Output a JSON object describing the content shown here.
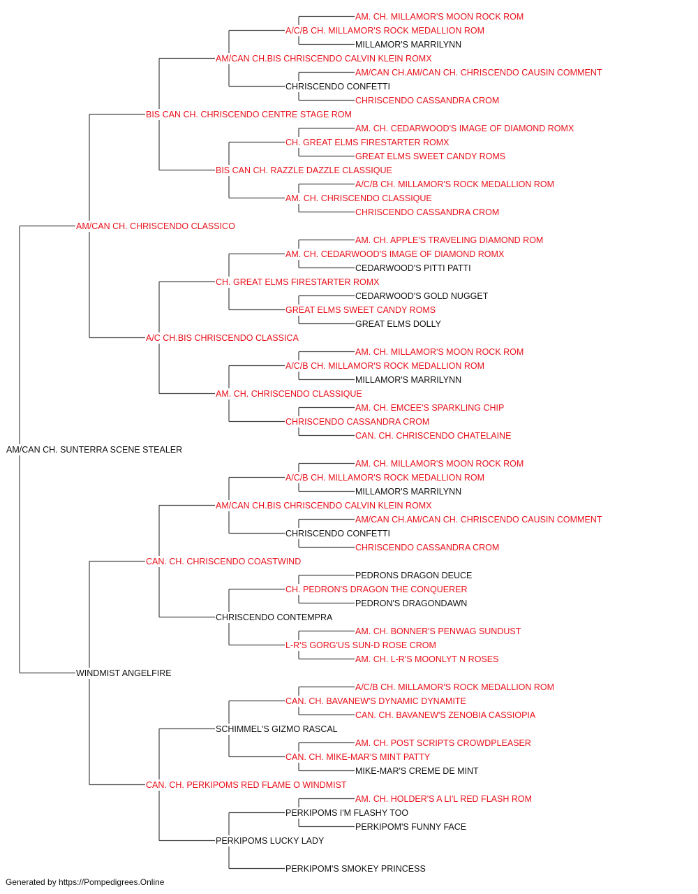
{
  "colors": {
    "champion": "#e8111b",
    "plain": "#111111",
    "line": "#444444"
  },
  "pedigree": {
    "name": "AM/CAN CH. SUNTERRA SCENE STEALER",
    "ch": false,
    "sire": {
      "name": "AM/CAN CH. CHRISCENDO CLASSICO",
      "ch": true,
      "sire": {
        "name": "BIS CAN CH. CHRISCENDO CENTRE STAGE ROM",
        "ch": true,
        "sire": {
          "name": "AM/CAN CH.BIS CHRISCENDO CALVIN KLEIN ROMX",
          "ch": true,
          "sire": {
            "name": "A/C/B CH. MILLAMOR'S ROCK MEDALLION ROM",
            "ch": true,
            "sire": {
              "name": "AM. CH. MILLAMOR'S MOON ROCK ROM",
              "ch": true
            },
            "dam": {
              "name": "MILLAMOR'S MARRILYNN",
              "ch": false
            }
          },
          "dam": {
            "name": "CHRISCENDO CONFETTI",
            "ch": false,
            "sire": {
              "name": "AM/CAN CH.AM/CAN CH. CHRISCENDO CAUSIN COMMENT",
              "ch": true
            },
            "dam": {
              "name": "CHRISCENDO CASSANDRA CROM",
              "ch": true
            }
          }
        },
        "dam": {
          "name": "BIS CAN CH. RAZZLE DAZZLE CLASSIQUE",
          "ch": true,
          "sire": {
            "name": "CH. GREAT ELMS FIRESTARTER ROMX",
            "ch": true,
            "sire": {
              "name": "AM. CH. CEDARWOOD'S IMAGE OF DIAMOND ROMX",
              "ch": true
            },
            "dam": {
              "name": "GREAT ELMS SWEET CANDY ROMS",
              "ch": true
            }
          },
          "dam": {
            "name": "AM. CH. CHRISCENDO CLASSIQUE",
            "ch": true,
            "sire": {
              "name": "A/C/B CH. MILLAMOR'S ROCK MEDALLION ROM",
              "ch": true
            },
            "dam": {
              "name": "CHRISCENDO CASSANDRA CROM",
              "ch": true
            }
          }
        }
      },
      "dam": {
        "name": "A/C CH.BIS CHRISCENDO CLASSICA",
        "ch": true,
        "sire": {
          "name": "CH. GREAT ELMS FIRESTARTER ROMX",
          "ch": true,
          "sire": {
            "name": "AM. CH. CEDARWOOD'S IMAGE OF DIAMOND ROMX",
            "ch": true,
            "sire": {
              "name": "AM. CH. APPLE'S TRAVELING DIAMOND ROM",
              "ch": true
            },
            "dam": {
              "name": "CEDARWOOD'S PITTI PATTI",
              "ch": false
            }
          },
          "dam": {
            "name": "GREAT ELMS SWEET CANDY ROMS",
            "ch": true,
            "sire": {
              "name": "CEDARWOOD'S GOLD NUGGET",
              "ch": false
            },
            "dam": {
              "name": "GREAT ELMS DOLLY",
              "ch": false
            }
          }
        },
        "dam": {
          "name": "AM. CH. CHRISCENDO CLASSIQUE",
          "ch": true,
          "sire": {
            "name": "A/C/B CH. MILLAMOR'S ROCK MEDALLION ROM",
            "ch": true,
            "sire": {
              "name": "AM. CH. MILLAMOR'S MOON ROCK ROM",
              "ch": true
            },
            "dam": {
              "name": "MILLAMOR'S MARRILYNN",
              "ch": false
            }
          },
          "dam": {
            "name": "CHRISCENDO CASSANDRA CROM",
            "ch": true,
            "sire": {
              "name": "AM. CH. EMCEE'S SPARKLING CHIP",
              "ch": true
            },
            "dam": {
              "name": "CAN. CH. CHRISCENDO CHATELAINE",
              "ch": true
            }
          }
        }
      }
    },
    "dam": {
      "name": "WINDMIST ANGELFIRE",
      "ch": false,
      "sire": {
        "name": "CAN. CH. CHRISCENDO COASTWIND",
        "ch": true,
        "sire": {
          "name": "AM/CAN CH.BIS CHRISCENDO CALVIN KLEIN ROMX",
          "ch": true,
          "sire": {
            "name": "A/C/B CH. MILLAMOR'S ROCK MEDALLION ROM",
            "ch": true,
            "sire": {
              "name": "AM. CH. MILLAMOR'S MOON ROCK ROM",
              "ch": true
            },
            "dam": {
              "name": "MILLAMOR'S MARRILYNN",
              "ch": false
            }
          },
          "dam": {
            "name": "CHRISCENDO CONFETTI",
            "ch": false,
            "sire": {
              "name": "AM/CAN CH.AM/CAN CH. CHRISCENDO CAUSIN COMMENT",
              "ch": true
            },
            "dam": {
              "name": "CHRISCENDO CASSANDRA CROM",
              "ch": true
            }
          }
        },
        "dam": {
          "name": "CHRISCENDO CONTEMPRA",
          "ch": false,
          "sire": {
            "name": "CH. PEDRON'S DRAGON THE CONQUERER",
            "ch": true,
            "sire": {
              "name": "PEDRONS DRAGON DEUCE",
              "ch": false
            },
            "dam": {
              "name": "PEDRON'S DRAGONDAWN",
              "ch": false
            }
          },
          "dam": {
            "name": "L-R'S GORG'US SUN-D ROSE CROM",
            "ch": true,
            "sire": {
              "name": "AM. CH. BONNER'S PENWAG SUNDUST",
              "ch": true
            },
            "dam": {
              "name": "AM. CH. L-R'S MOONLYT N ROSES",
              "ch": true
            }
          }
        }
      },
      "dam": {
        "name": "CAN. CH. PERKIPOMS RED FLAME O WINDMIST",
        "ch": true,
        "sire": {
          "name": "SCHIMMEL'S GIZMO RASCAL",
          "ch": false,
          "sire": {
            "name": "CAN. CH. BAVANEW'S DYNAMIC DYNAMITE",
            "ch": true,
            "sire": {
              "name": "A/C/B CH. MILLAMOR'S ROCK MEDALLION ROM",
              "ch": true
            },
            "dam": {
              "name": "CAN. CH. BAVANEW'S ZENOBIA CASSIOPIA",
              "ch": true
            }
          },
          "dam": {
            "name": "CAN. CH. MIKE-MAR'S MINT PATTY",
            "ch": true,
            "sire": {
              "name": "AM. CH. POST SCRIPTS CROWDPLEASER",
              "ch": true
            },
            "dam": {
              "name": "MIKE-MAR'S CREME DE MINT",
              "ch": false
            }
          }
        },
        "dam": {
          "name": "PERKIPOMS LUCKY LADY",
          "ch": false,
          "sire": {
            "name": "PERKIPOMS I'M FLASHY TOO",
            "ch": false,
            "sire": {
              "name": "AM. CH. HOLDER'S A LI'L RED FLASH ROM",
              "ch": true
            },
            "dam": {
              "name": "PERKIPOM'S FUNNY FACE",
              "ch": false
            }
          },
          "dam": {
            "name": "PERKIPOM'S SMOKEY PRINCESS",
            "ch": false
          }
        }
      }
    }
  },
  "footer": "Generated by https://Pompedigrees.Online"
}
